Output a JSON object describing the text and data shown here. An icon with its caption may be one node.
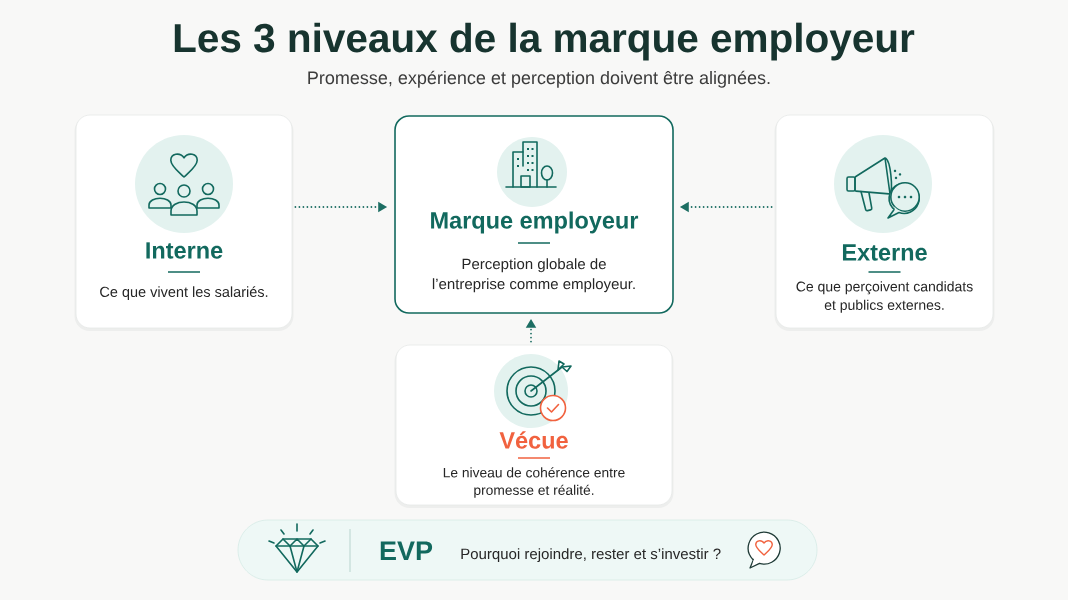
{
  "diagram": {
    "title": "Les 3 niveaux de la marque employeur",
    "nodes": [
      {
        "text": [
          "Interne",
          "Ce que vivent les salariés."
        ]
      },
      {
        "text": [
          "Marque employeur",
          "Perception globale de l’entreprise comme employeur."
        ]
      },
      {
        "text": [
          "Externe",
          "Ce que perçoivent candidats et publics externes."
        ]
      },
      {
        "text": [
          "Vécue",
          "Le niveau de cohérence entre promesse et réalité."
        ]
      },
      {
        "text": [
          "EVP",
          "Pourquoi rejoindre, rester et s’investir ?"
        ]
      }
    ],
    "edges": [
      {
        "from": 0,
        "to": 1,
        "arrow": "to",
        "style": "dashed"
      },
      {
        "from": 2,
        "to": 1,
        "arrow": "to",
        "style": "dashed"
      },
      {
        "from": 3,
        "to": 1,
        "arrow": "to",
        "style": "dashed"
      }
    ],
    "labels": [
      "Promesse, expérience et perception doivent être alignées."
    ]
  }
}
